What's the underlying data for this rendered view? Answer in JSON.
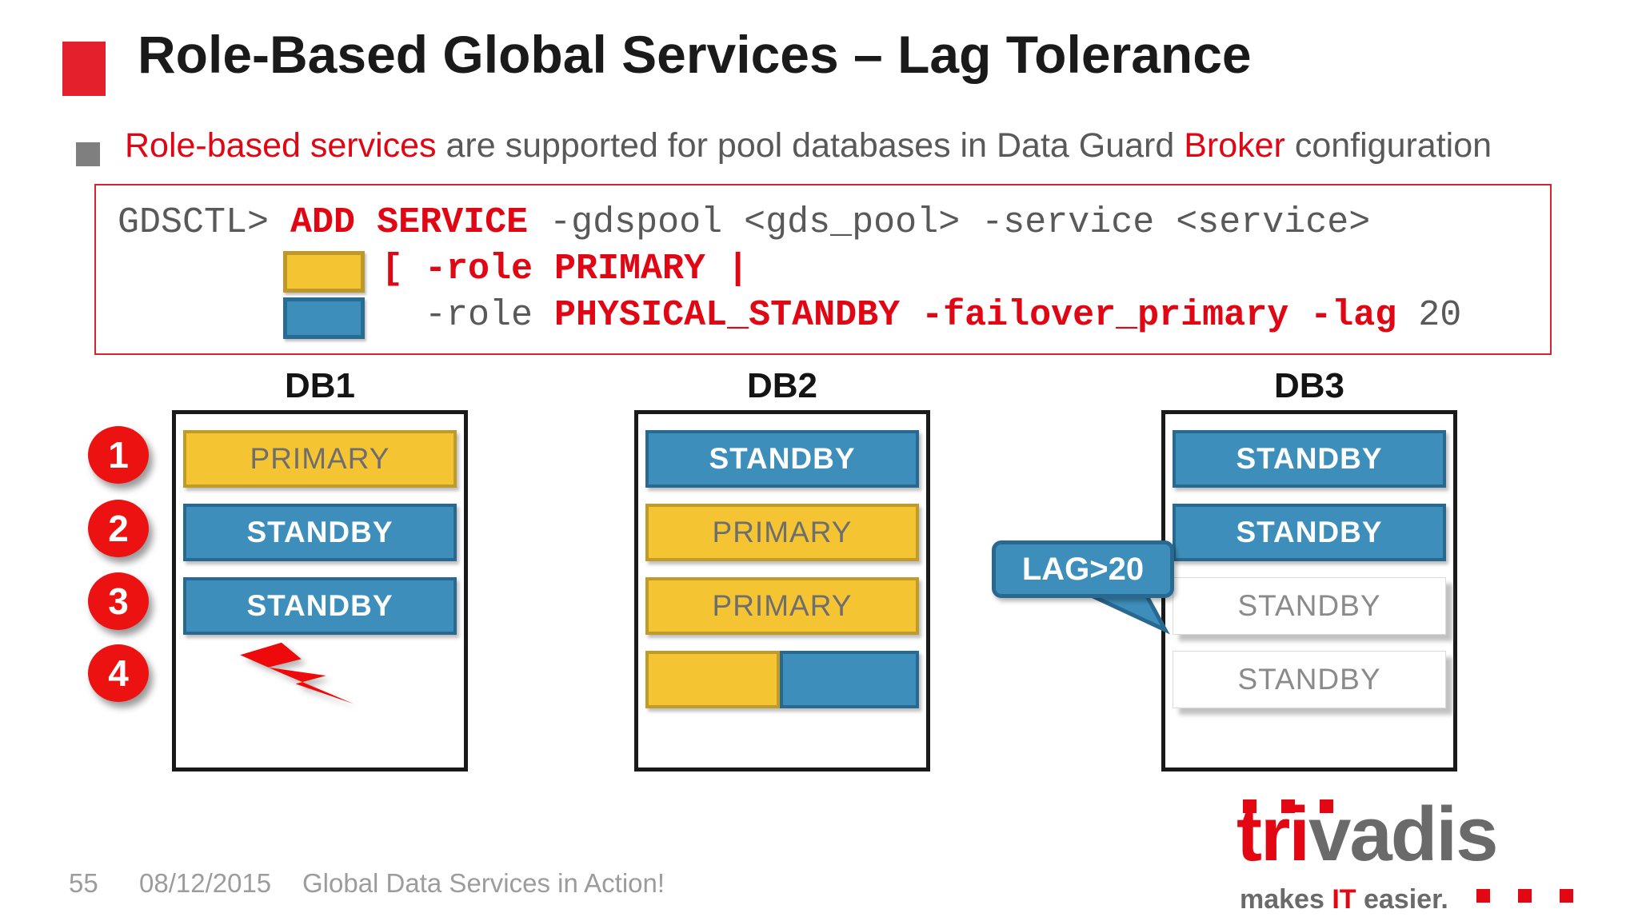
{
  "header": {
    "title": "Role-Based Global Services – Lag Tolerance"
  },
  "bullet": {
    "red1": "Role-based services",
    "grey1": " are supported for pool databases in Data Guard ",
    "red2": "Broker",
    "grey2": " configuration"
  },
  "code": {
    "line1_prompt": "GDSCTL> ",
    "line1_red": "ADD SERVICE",
    "line1_rest": " -gdspool <gds_pool> -service <service>",
    "line2_red": "[ -role PRIMARY |",
    "line3_grey1": "  -role ",
    "line3_red": "PHYSICAL_STANDBY -failover_primary -lag",
    "line3_grey2": " 20"
  },
  "legend": {
    "primary_color": "#F5C433",
    "standby_color": "#3E8EBB"
  },
  "steps": [
    "1",
    "2",
    "3",
    "4"
  ],
  "databases": [
    {
      "name": "DB1",
      "rows": [
        {
          "label": "PRIMARY",
          "type": "primary"
        },
        {
          "label": "STANDBY",
          "type": "standby"
        },
        {
          "label": "STANDBY",
          "type": "standby"
        },
        {
          "label": "",
          "type": "failure-bolt"
        }
      ]
    },
    {
      "name": "DB2",
      "rows": [
        {
          "label": "STANDBY",
          "type": "standby"
        },
        {
          "label": "PRIMARY",
          "type": "primary"
        },
        {
          "label": "PRIMARY",
          "type": "primary"
        },
        {
          "label": "",
          "type": "split-primary-standby"
        }
      ]
    },
    {
      "name": "DB3",
      "rows": [
        {
          "label": "STANDBY",
          "type": "standby"
        },
        {
          "label": "STANDBY",
          "type": "standby"
        },
        {
          "label": "STANDBY",
          "type": "standby-inactive"
        },
        {
          "label": "STANDBY",
          "type": "standby-inactive"
        }
      ]
    }
  ],
  "callout": {
    "label": "LAG>20"
  },
  "footer": {
    "page": "55",
    "date": "08/12/2015",
    "text": "Global Data Services in Action!"
  },
  "logo": {
    "red_part": "tri",
    "grey_part": "vadis",
    "tagline_pre": "makes ",
    "tagline_it": "IT",
    "tagline_post": " easier."
  },
  "colors": {
    "accent_red": "#E10613",
    "primary_yellow": "#F5C433",
    "standby_blue": "#3E8EBB",
    "body_grey": "#595959"
  }
}
